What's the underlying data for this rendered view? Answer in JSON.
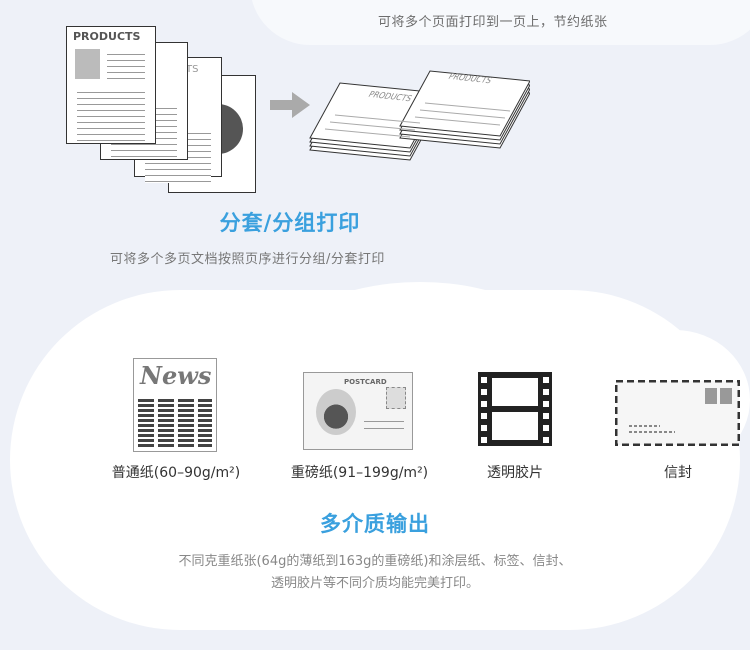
{
  "top_caption": "可将多个页面打印到一页上，节约纸张",
  "collate": {
    "title": "分套/分组打印",
    "description": "可将多个多页文档按照页序进行分组/分套打印",
    "page_label_front": "PRODUCTS",
    "page_label_back": "CTS",
    "stack_label_1": "PRODUCTS",
    "stack_label_2": "PRODUCTS"
  },
  "media": {
    "title": "多介质输出",
    "description_line1": "不同克重纸张(64g的薄纸到163g的重磅纸)和涂层纸、标签、信封、",
    "description_line2": "透明胶片等不同介质均能完美打印。",
    "items": [
      {
        "label": "普通纸(60–90g/m²)",
        "icon": "newspaper-icon",
        "art_text": "News"
      },
      {
        "label": "重磅纸(91–199g/m²)",
        "icon": "postcard-icon",
        "art_text": "POSTCARD"
      },
      {
        "label": "透明胶片",
        "icon": "film-strip-icon"
      },
      {
        "label": "信封",
        "icon": "envelope-icon"
      }
    ]
  },
  "colors": {
    "accent": "#3aa0de",
    "background": "#eef1f8"
  }
}
